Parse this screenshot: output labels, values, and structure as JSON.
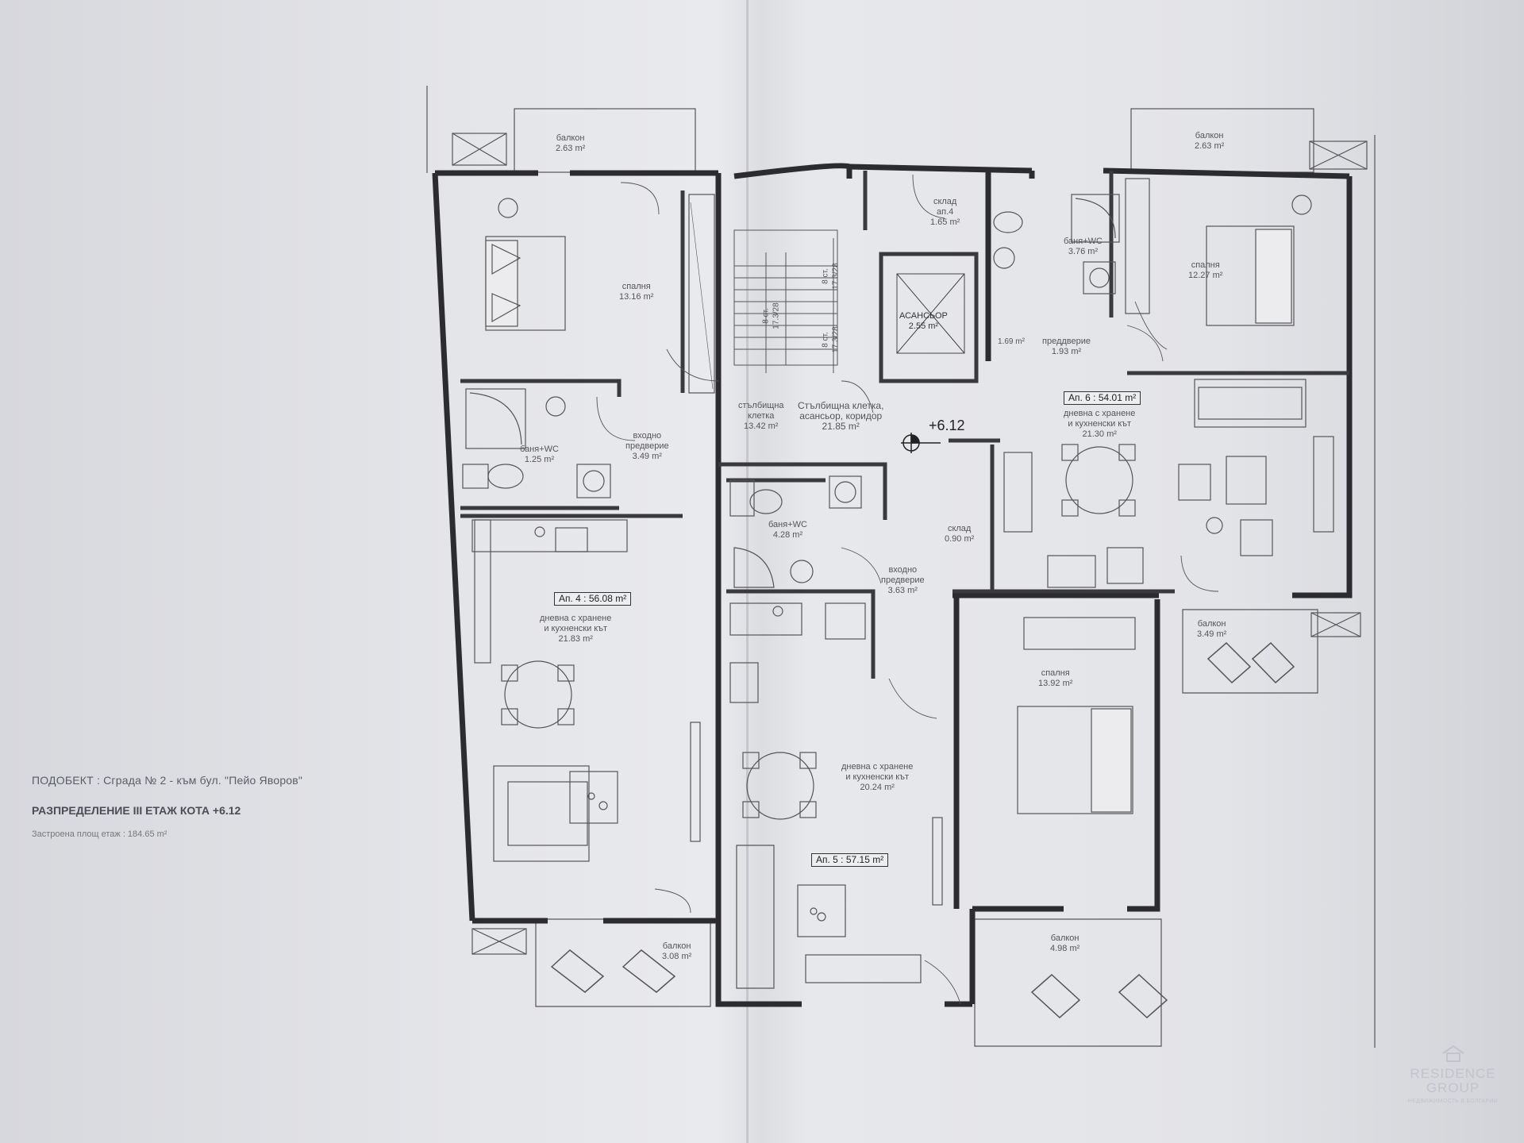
{
  "rooms": {
    "balcony_tl": {
      "name": "балкон",
      "area": "2.63 m²"
    },
    "bedroom_l": {
      "name": "спалня",
      "area": "13.16 m²"
    },
    "bath_l": {
      "name": "баня+WC",
      "area": "1.25 m²"
    },
    "entry_l": {
      "name": "входно",
      "name2": "предверие",
      "area": "3.49 m²"
    },
    "stair": {
      "name": "стълбищна",
      "name2": "клетка",
      "area": "13.42 m²"
    },
    "stair_total": {
      "name": "Стълбищна клетка,",
      "name2": "асансьор, коридор",
      "area": "21.85 m²"
    },
    "flight_1": {
      "text": "8 ст.",
      "text2": "17.3/28"
    },
    "flight_2": {
      "text": "8 ст.",
      "text2": "17.3/28"
    },
    "flight_3": {
      "text": "8 ст.",
      "text2": "17.3/28"
    },
    "elevator": {
      "name": "АСАНСЬОР",
      "area": "2.55 m²"
    },
    "storage_4": {
      "name": "склад",
      "name2": "ап.4",
      "area": "1.65 m²"
    },
    "storage_b": {
      "area": "1.69 m²"
    },
    "balcony_tr": {
      "name": "балкон",
      "area": "2.63 m²"
    },
    "bath_r": {
      "name": "баня+WC",
      "area": "3.76 m²"
    },
    "bedroom_r": {
      "name": "спалня",
      "area": "12.27 m²"
    },
    "hall_r": {
      "name": "преддверие",
      "area": "1.93 m²"
    },
    "living_6": {
      "name": "дневна с хранене",
      "name2": "и кухненски кът",
      "area": "21.30 m²"
    },
    "bath_5": {
      "name": "баня+WC",
      "area": "4.28 m²"
    },
    "storage_5": {
      "name": "склад",
      "area": "0.90 m²"
    },
    "entry_5": {
      "name": "входно",
      "name2": "предверие",
      "area": "3.63 m²"
    },
    "living_4": {
      "name": "дневна с хранене",
      "name2": "и кухненски кът",
      "area": "21.83 m²"
    },
    "balcony_r": {
      "name": "балкон",
      "area": "3.49 m²"
    },
    "bedroom_5": {
      "name": "спалня",
      "area": "13.92 m²"
    },
    "living_5": {
      "name": "дневна с хранене",
      "name2": "и кухненски кът",
      "area": "20.24 m²"
    },
    "balcony_bl": {
      "name": "балкон",
      "area": "3.08 m²"
    },
    "balcony_bm": {
      "name": "балкон",
      "area": "4.98 m²"
    }
  },
  "apartments": {
    "ap4": "Ап. 4 : 56.08 m²",
    "ap5": "Ап. 5 : 57.15 m²",
    "ap6": "Ап. 6 : 54.01 m²"
  },
  "level_mark": "+6.12",
  "title": {
    "line1": "ПОДОБЕКТ : Сграда № 2 - към бул. \"Пейо Яворов\"",
    "line2": "РАЗПРЕДЕЛЕНИЕ III ЕТАЖ КОТА +6.12",
    "line3": "Застроена площ етаж : 184.65 m²"
  },
  "logo": {
    "line1": "RESIDENCE",
    "line2": "GROUP",
    "line3": "НЕДВИЖИМОСТЬ В БОЛГАРИИ"
  }
}
